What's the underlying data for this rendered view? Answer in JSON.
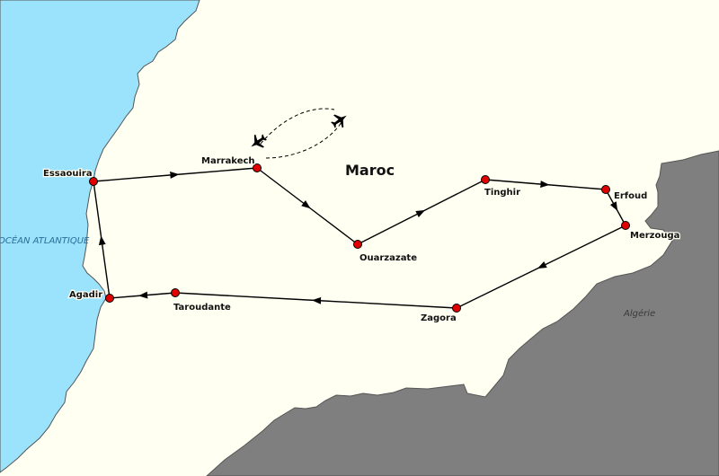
{
  "map": {
    "country_label": "Maroc",
    "ocean_label": "OCÉAN ATLANTIQUE",
    "neighbor_label": "Algérie",
    "colors": {
      "land": "#fffff2",
      "ocean": "#9be3fc",
      "neighbor": "#7f7f7f",
      "route": "#000000",
      "city_marker": "#e00000"
    },
    "icons": {
      "plane": "airplane-icon"
    },
    "cities": [
      {
        "id": "essaouira",
        "name": "Essaouira"
      },
      {
        "id": "marrakech",
        "name": "Marrakech"
      },
      {
        "id": "ouarzazate",
        "name": "Ouarzazate"
      },
      {
        "id": "tinghir",
        "name": "Tinghir"
      },
      {
        "id": "erfoud",
        "name": "Erfoud"
      },
      {
        "id": "merzouga",
        "name": "Merzouga"
      },
      {
        "id": "zagora",
        "name": "Zagora"
      },
      {
        "id": "taroudante",
        "name": "Taroudante"
      },
      {
        "id": "agadir",
        "name": "Agadir"
      }
    ],
    "route_order": [
      "marrakech",
      "ouarzazate",
      "tinghir",
      "erfoud",
      "merzouga",
      "zagora",
      "taroudante",
      "agadir",
      "essaouira",
      "marrakech"
    ]
  }
}
